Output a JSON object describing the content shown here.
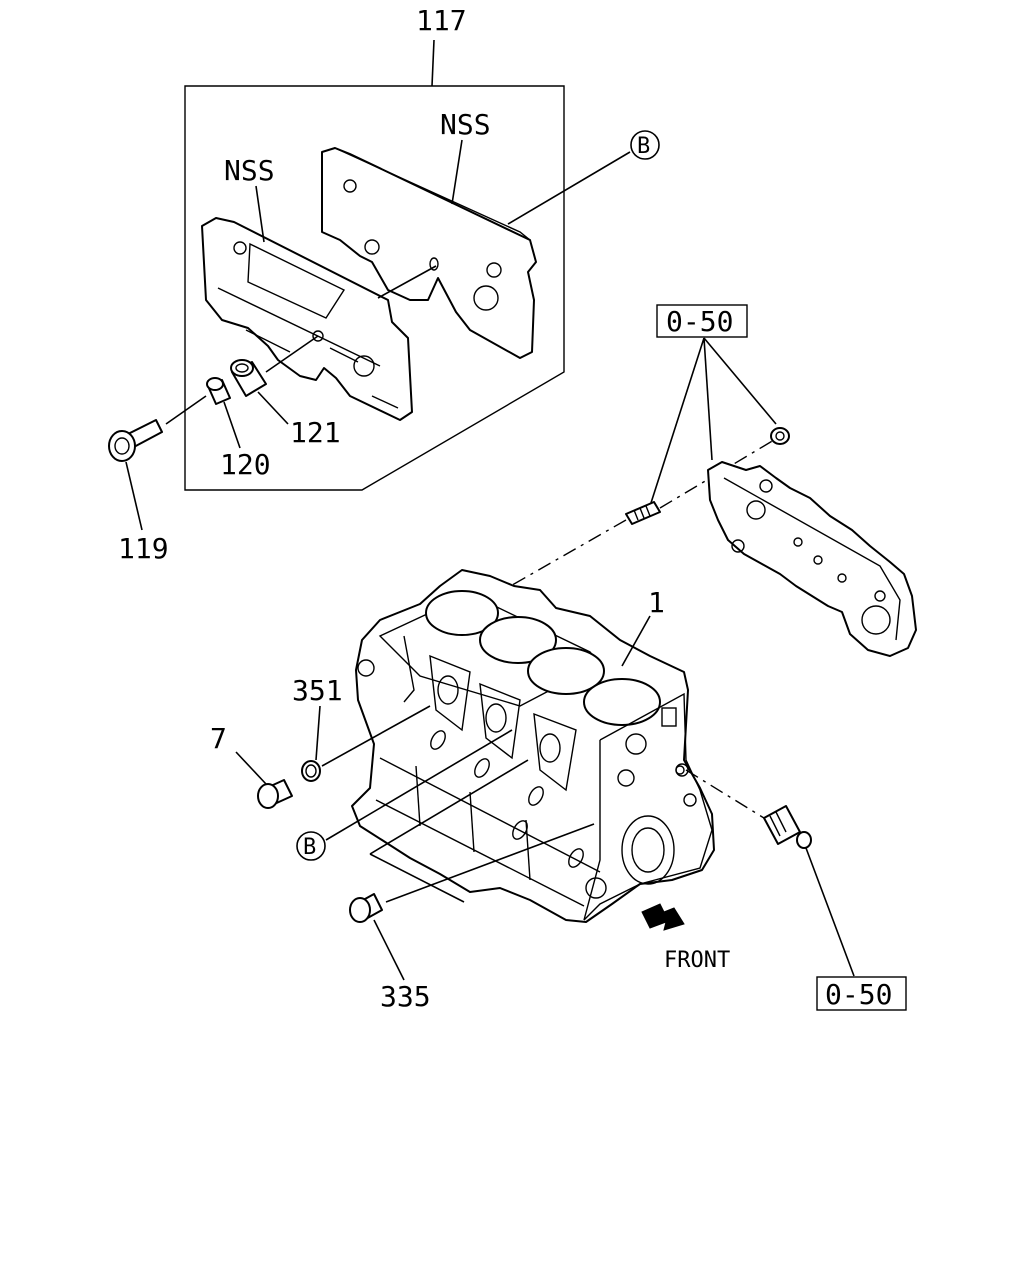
{
  "labels": {
    "kit_117": "117",
    "nss_top": "NSS",
    "nss_left": "NSS",
    "ref_b_top": "B",
    "ref_b_bottom": "B",
    "part_119": "119",
    "part_120": "120",
    "part_121": "121",
    "part_1": "1",
    "part_351": "351",
    "part_7": "7",
    "part_335": "335",
    "box_050_top": "0-50",
    "box_050_bottom": "0-50",
    "front": "FRONT"
  }
}
